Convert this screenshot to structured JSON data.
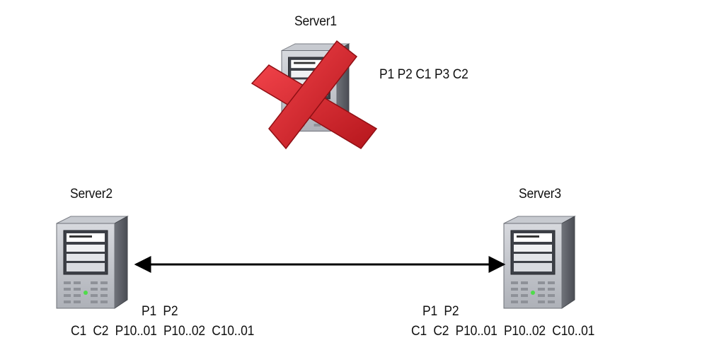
{
  "server1": {
    "name": "Server1",
    "state": "failed",
    "items": "P1 P2 C1 P3 C2"
  },
  "server2": {
    "name": "Server2",
    "line1": "P1  P2",
    "line2": "C1  C2  P10..01  P10..02  C10..01"
  },
  "server3": {
    "name": "Server3",
    "line1": "P1  P2",
    "line2": "C1  C2  P10..01  P10..02  C10..01"
  },
  "link": {
    "from": "Server2",
    "to": "Server3",
    "direction": "bidirectional"
  },
  "colors": {
    "cross": "#d8232a",
    "server_body": "#b9bcc3",
    "server_dark": "#3a3d44",
    "led": "#4fdc4a"
  }
}
